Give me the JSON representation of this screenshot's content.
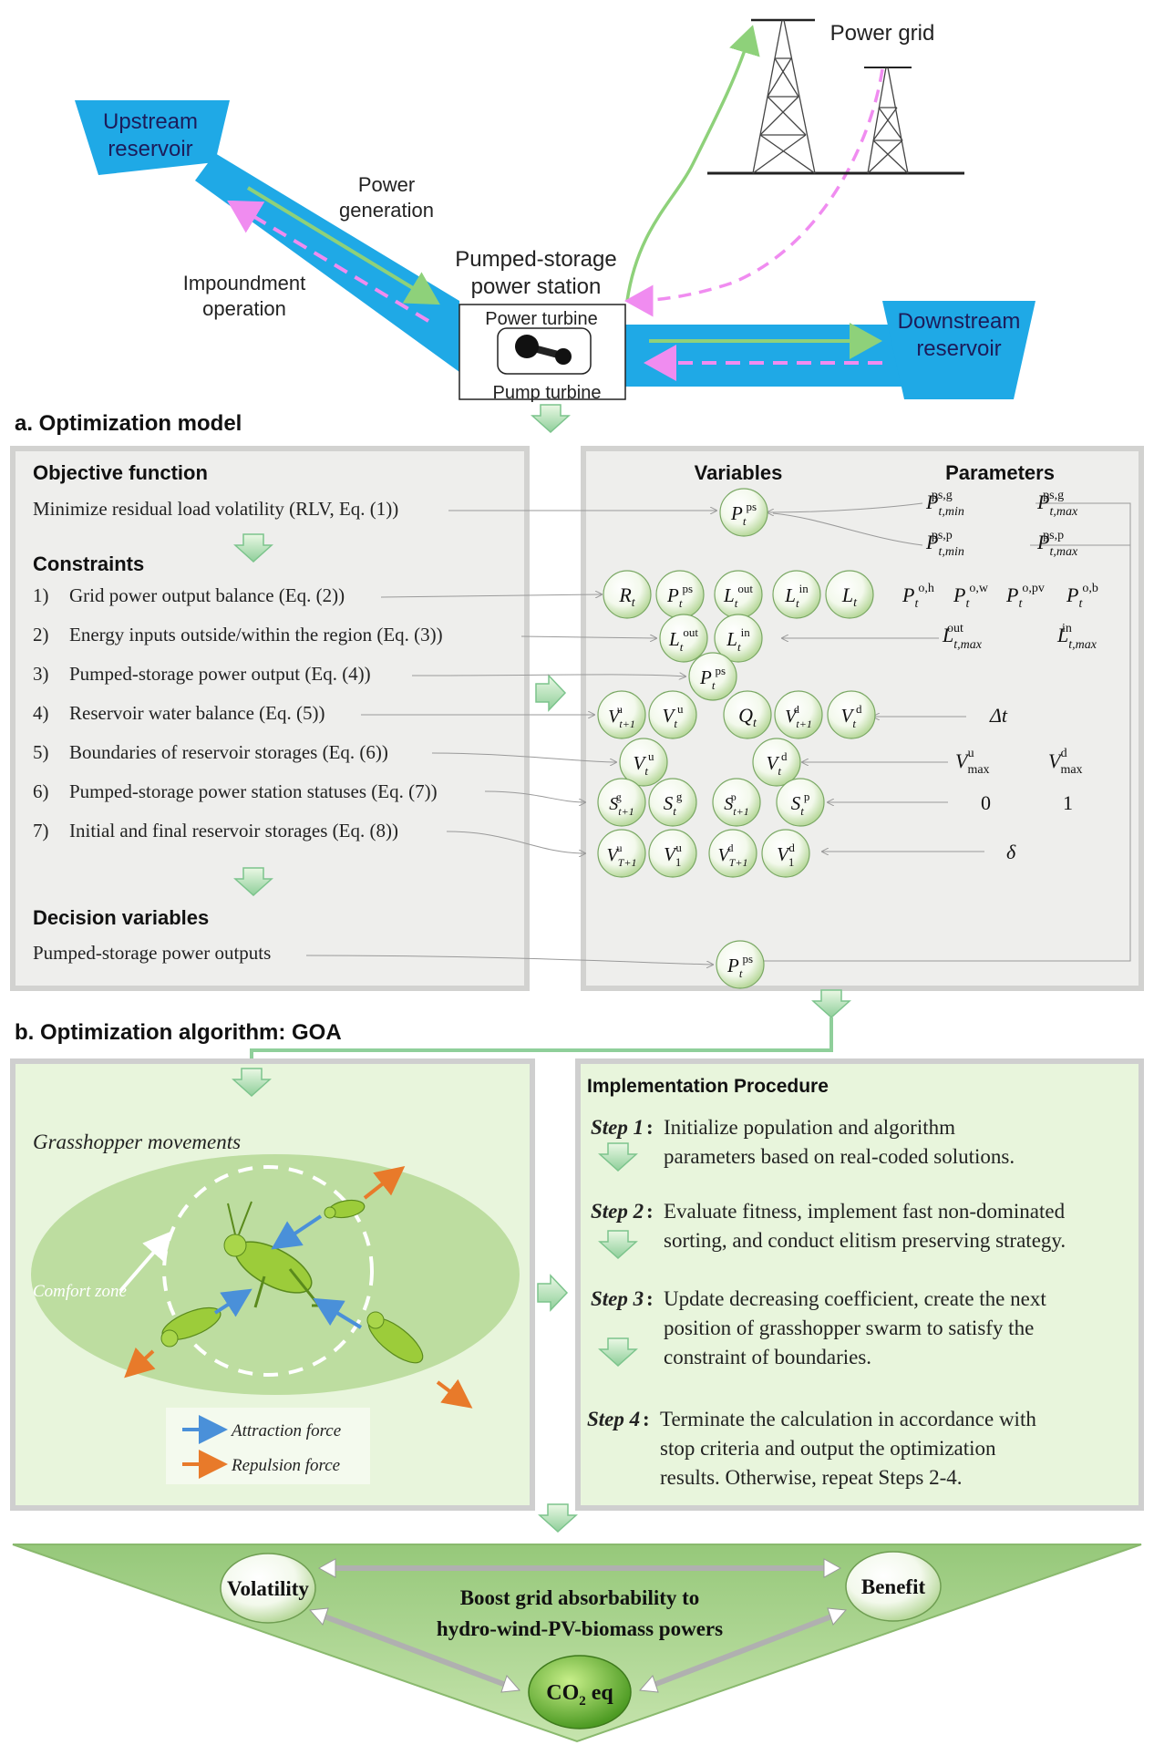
{
  "top": {
    "upstream_reservoir": [
      "Upstream",
      "reservoir"
    ],
    "downstream_reservoir": [
      "Downstream",
      "reservoir"
    ],
    "power_generation": [
      "Power",
      "generation"
    ],
    "impoundment_operation": [
      "Impoundment",
      "operation"
    ],
    "station": [
      "Pumped-storage",
      "power station"
    ],
    "power_turbine": "Power turbine",
    "pump_turbine": "Pump turbine",
    "power_grid": "Power grid"
  },
  "section_a": {
    "title": "a. Optimization model",
    "objective_title": "Objective function",
    "objective_text": "Minimize residual load volatility (RLV, Eq. (1))",
    "constraints_title": "Constraints",
    "constraints": [
      {
        "num": "1)",
        "text": "Grid power output balance (Eq. (2))"
      },
      {
        "num": "2)",
        "text": "Energy inputs outside/within the region (Eq. (3))"
      },
      {
        "num": "3)",
        "text": "Pumped-storage power output (Eq. (4))"
      },
      {
        "num": "4)",
        "text": "Reservoir water balance (Eq. (5))"
      },
      {
        "num": "5)",
        "text": "Boundaries of reservoir storages (Eq. (6))"
      },
      {
        "num": "6)",
        "text": "Pumped-storage power station statuses (Eq. (7))"
      },
      {
        "num": "7)",
        "text": "Initial and final reservoir storages (Eq. (8))"
      }
    ],
    "decision_title": "Decision variables",
    "decision_text": "Pumped-storage power outputs",
    "variables_title": "Variables",
    "parameters_title": "Parameters",
    "zero": "0",
    "one": "1"
  },
  "section_b": {
    "title": "b. Optimization algorithm: GOA",
    "grasshopper_title": "Grasshopper movements",
    "comfort_zone": "Comfort zone",
    "legend_attraction": "Attraction force",
    "legend_repulsion": "Repulsion force",
    "procedure_title": "Implementation Procedure",
    "steps": [
      {
        "label": "Step 1",
        "lines": [
          "Initialize population and algorithm",
          "parameters based on real-coded solutions."
        ]
      },
      {
        "label": "Step 2",
        "lines": [
          "Evaluate fitness, implement fast non-dominated",
          "sorting, and conduct elitism preserving strategy."
        ]
      },
      {
        "label": "Step 3",
        "lines": [
          "Update decreasing coefficient, create the next",
          "position of grasshopper swarm to satisfy the",
          "constraint of boundaries."
        ]
      },
      {
        "label": "Step 4",
        "lines": [
          "Terminate the calculation in accordance with",
          "stop criteria and output the optimization",
          "results. Otherwise, repeat Steps 2-4."
        ]
      }
    ]
  },
  "bottom": {
    "volatility": "Volatility",
    "benefit": "Benefit",
    "co2": "CO",
    "co2_sub": "2",
    "co2_tail": " eq",
    "center_text": [
      "Boost grid absorbability to",
      "hydro-wind-PV-biomass powers"
    ]
  },
  "colors": {
    "reservoir_blue": "#1fa9e6",
    "green_arrow": "#8ed17a",
    "pink_dashed": "#f08cf0",
    "panel_gray": "#eeeeec",
    "panel_green": "#e8f5dc",
    "ellipse_green": "#bddda0",
    "triangle_green": "#a8d28a",
    "attraction_blue": "#4a90d9",
    "repulsion_orange": "#e87a2a"
  }
}
